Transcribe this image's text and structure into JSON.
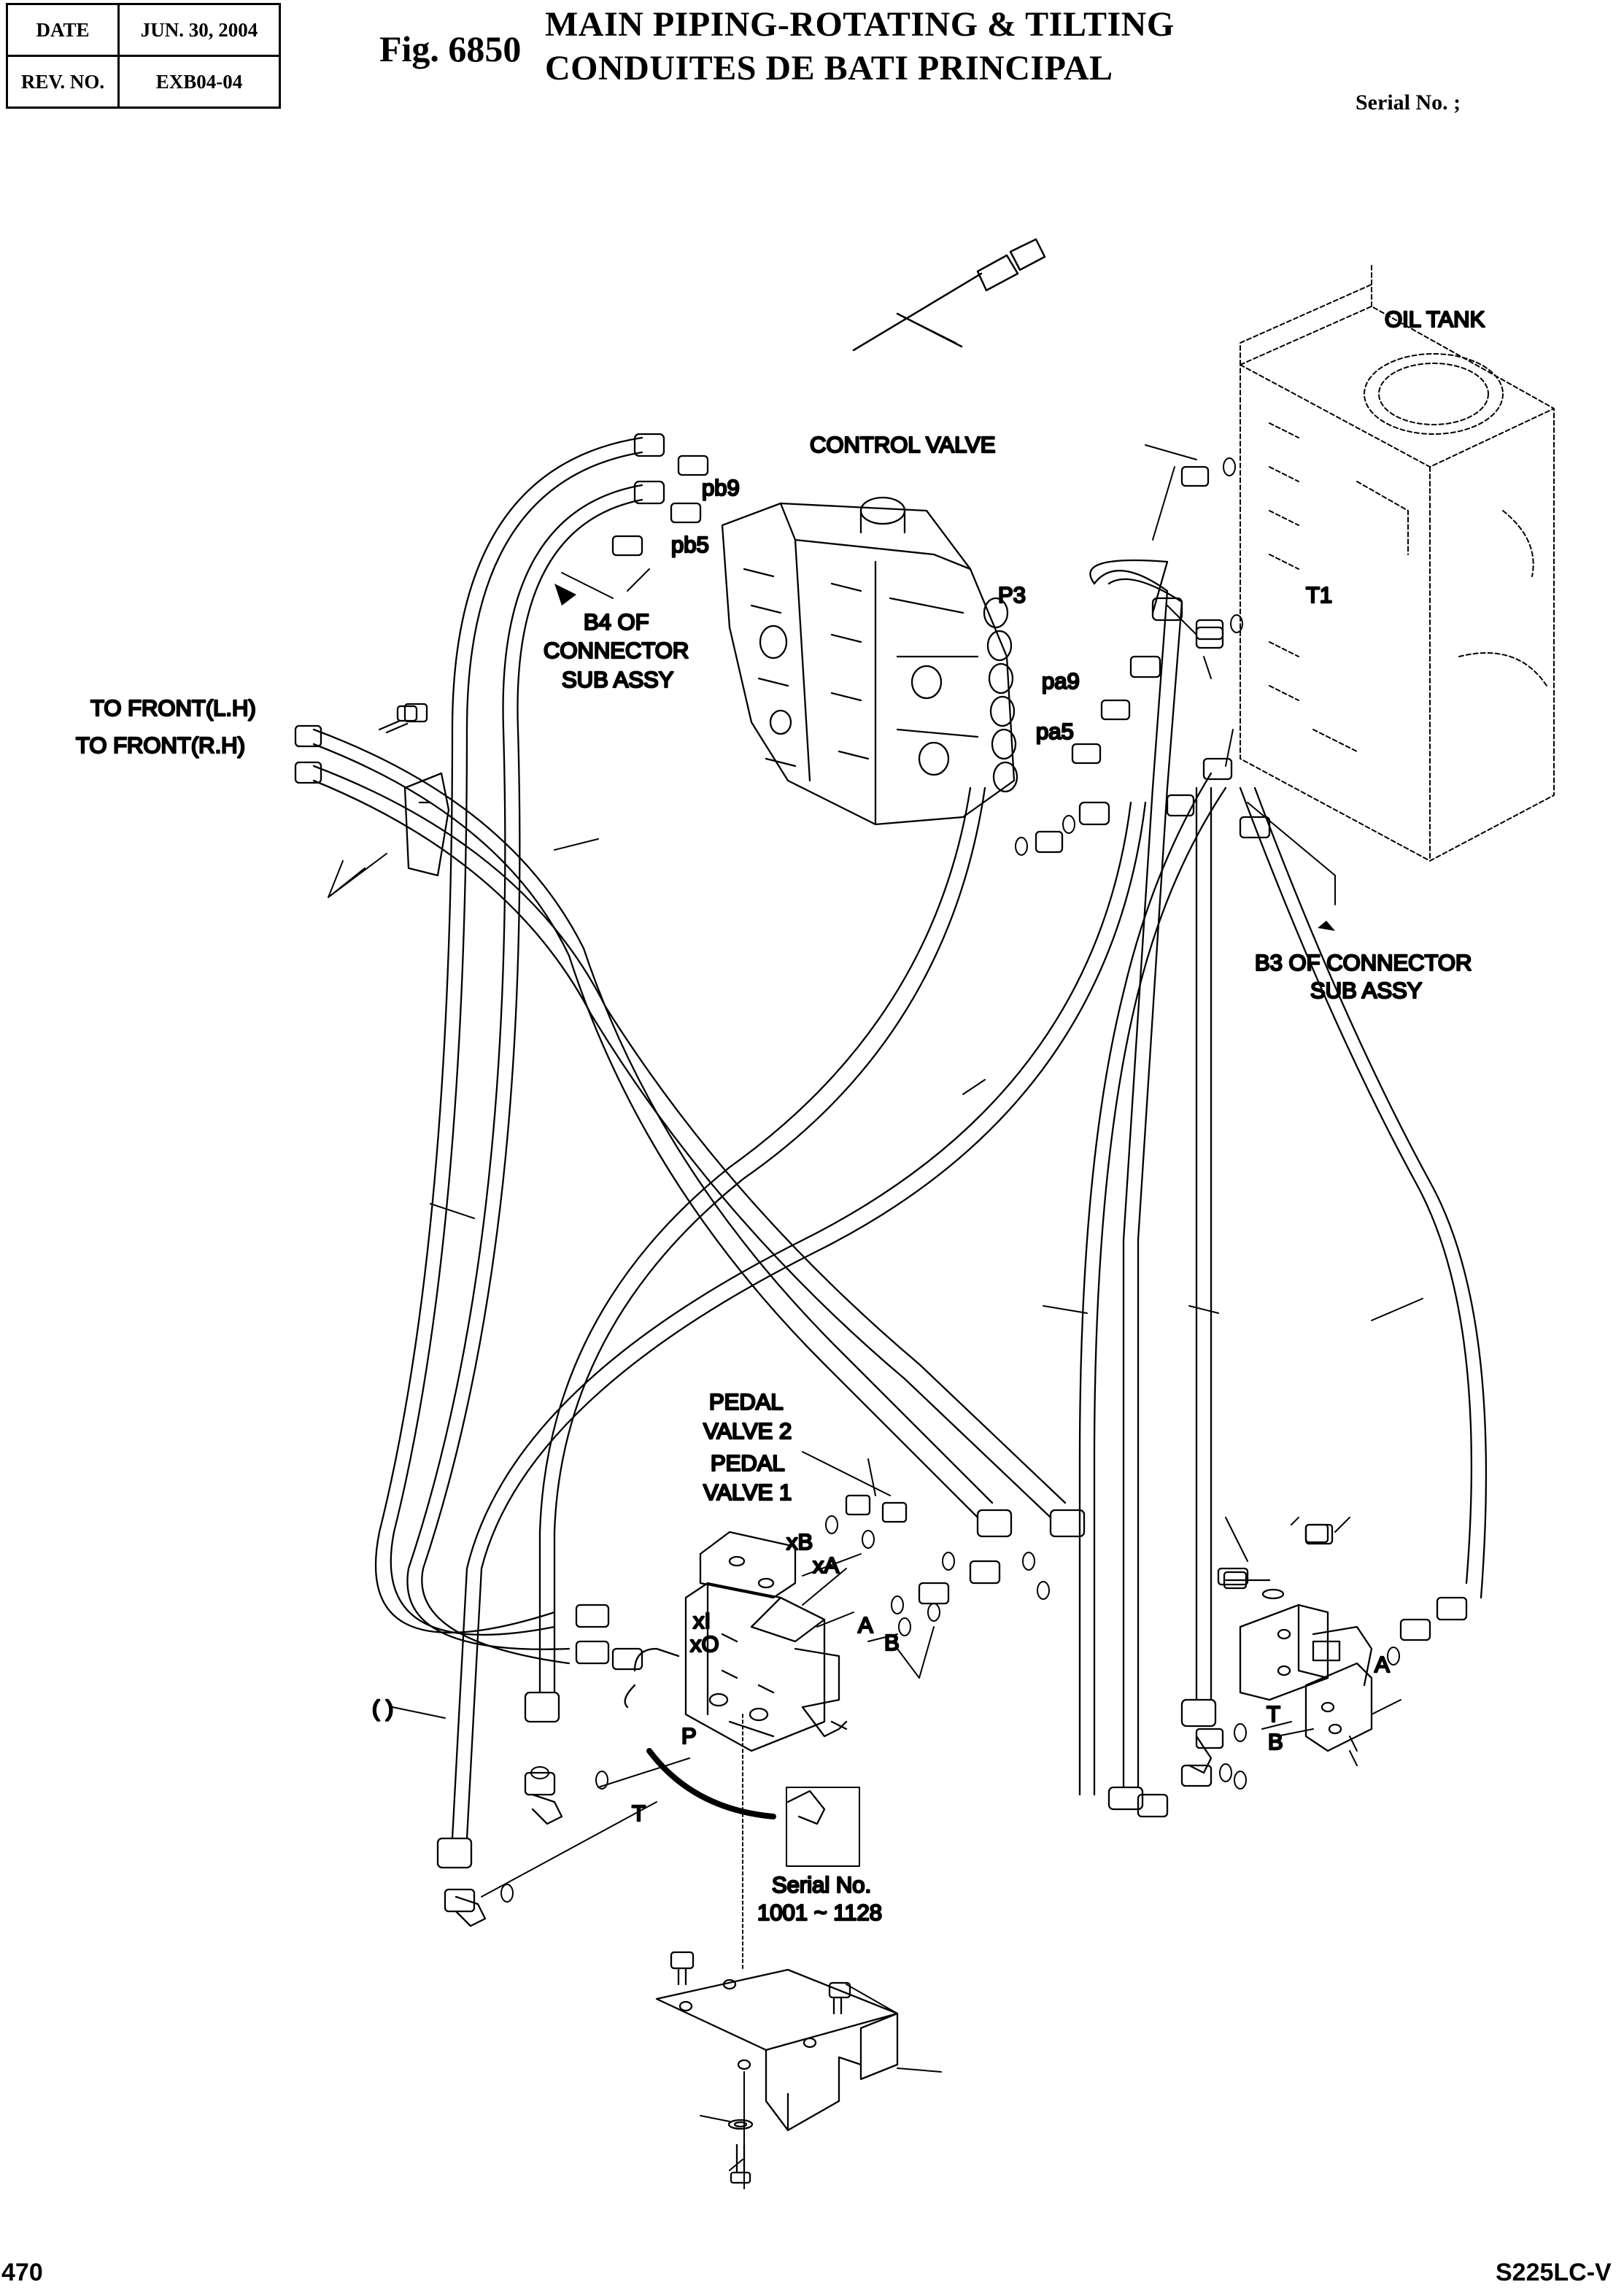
{
  "header": {
    "date_label": "DATE",
    "date_value": "JUN. 30, 2004",
    "rev_label": "REV. NO.",
    "rev_value": "EXB04-04",
    "fig_label": "Fig. 6850",
    "title_en": "MAIN PIPING-ROTATING & TILTING",
    "title_fr": "CONDUITES DE BATI PRINCIPAL",
    "serial_label": "Serial No. ;"
  },
  "labels": {
    "oil_tank": "OIL TANK",
    "control_valve": "CONTROL VALVE",
    "pb9": "pb9",
    "pb5": "pb5",
    "b4_line1": "B4 OF",
    "b4_line2": "CONNECTOR",
    "b4_line3": "SUB ASSY",
    "p3": "P3",
    "t1": "T1",
    "pa9": "pa9",
    "pa5": "pa5",
    "to_front_lh": "TO FRONT(L.H)",
    "to_front_rh": "TO FRONT(R.H)",
    "b3_line1": "B3 OF CONNECTOR",
    "b3_line2": "SUB ASSY",
    "pedal2_line1": "PEDAL",
    "pedal2_line2": "VALVE 2",
    "pedal1_line1": "PEDAL",
    "pedal1_line2": "VALVE 1",
    "xb": "xB",
    "xa": "xA",
    "xi": "xI",
    "xo": "xO",
    "a_left": "A",
    "b_left": "B",
    "p_port": "P",
    "t_port": "T",
    "paren": "(    )",
    "serial_line1": "Serial No.",
    "serial_line2": "1001 ~ 1128",
    "t_right": "T",
    "b_right": "B",
    "a_right": "A"
  },
  "footer": {
    "page_number": "470",
    "model": "S225LC-V"
  }
}
